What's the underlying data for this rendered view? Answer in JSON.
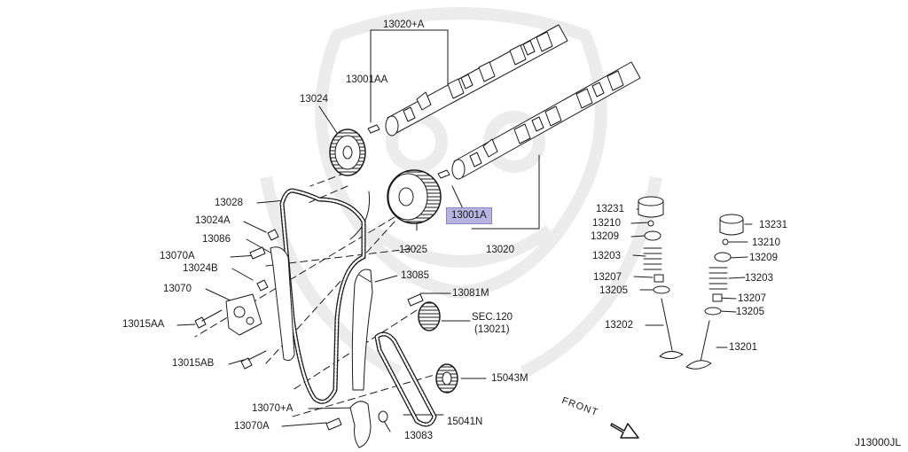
{
  "labels": {
    "p13020A": "13020+A",
    "p13001AA": "13001AA",
    "p13024": "13024",
    "p13028": "13028",
    "p13024A": "13024A",
    "p13086": "13086",
    "p13070A_top": "13070A",
    "p13024B": "13024B",
    "p13070": "13070",
    "p13015AA": "13015AA",
    "p13015AB": "13015AB",
    "p13070plusA": "13070+A",
    "p13070A_bottom": "13070A",
    "p13001A": "13001A",
    "p13025": "13025",
    "p13020": "13020",
    "p13085": "13085",
    "p13081M": "13081M",
    "sec120": "SEC.120",
    "sec120_sub": "(13021)",
    "p15043M": "15043M",
    "p15041N": "15041N",
    "p13083": "13083",
    "p13231_left": "13231",
    "p13210_left": "13210",
    "p13209_left": "13209",
    "p13203_left": "13203",
    "p13207_left": "13207",
    "p13205_left": "13205",
    "p13202": "13202",
    "p13231_right": "13231",
    "p13210_right": "13210",
    "p13209_right": "13209",
    "p13203_right": "13203",
    "p13207_right": "13207",
    "p13205_right": "13205",
    "p13201": "13201"
  },
  "front_label": "FRONT",
  "diagram_ref": "J13000JL",
  "colors": {
    "highlight": "#b9b3e2",
    "line": "#1a1a1a",
    "watermark": "#e9e9e9"
  }
}
